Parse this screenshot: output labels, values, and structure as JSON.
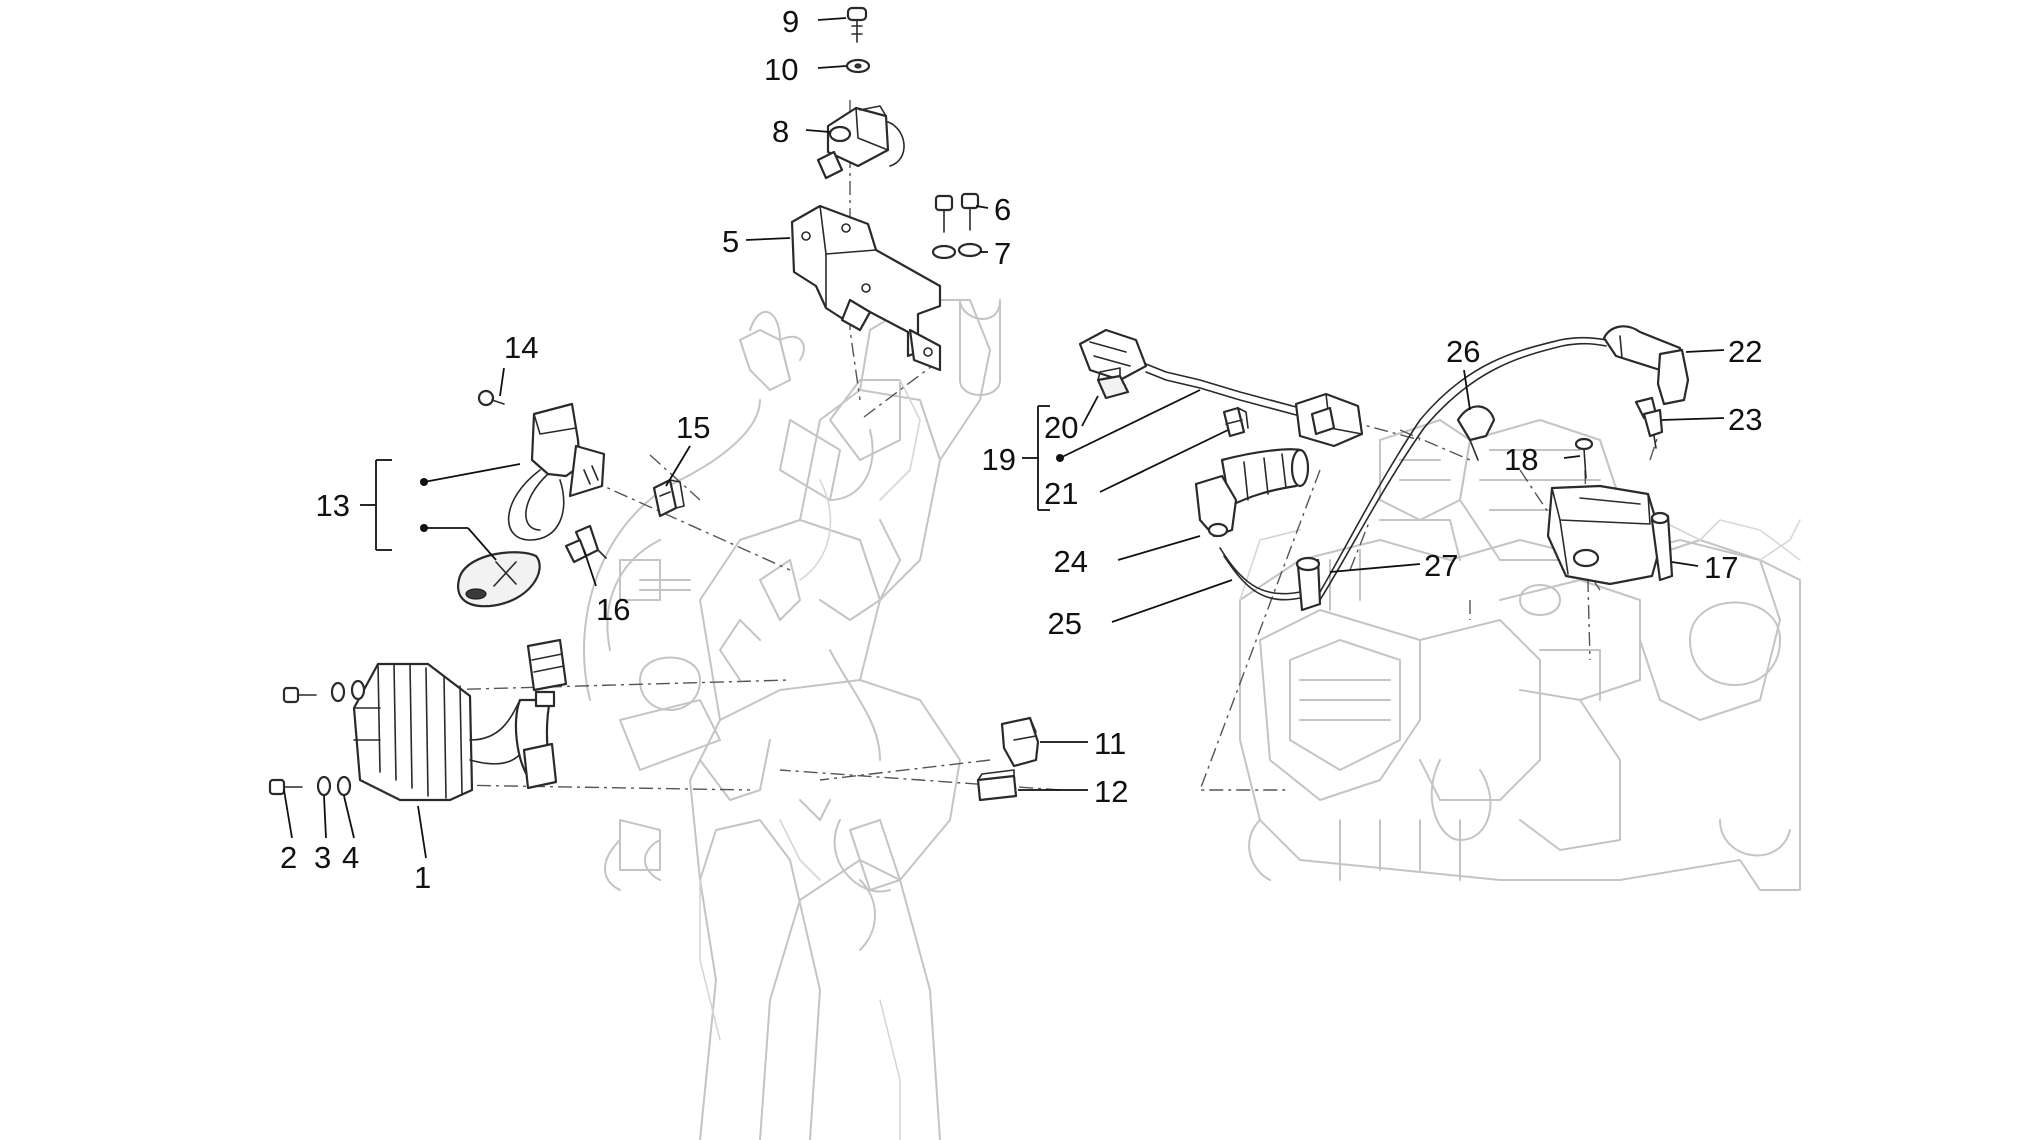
{
  "callouts": {
    "c1": "1",
    "c2": "2",
    "c3": "3",
    "c4": "4",
    "c5": "5",
    "c6": "6",
    "c7": "7",
    "c8": "8",
    "c9": "9",
    "c10": "10",
    "c11": "11",
    "c12": "12",
    "c13": "13",
    "c14": "14",
    "c15": "15",
    "c16": "16",
    "c17": "17",
    "c18": "18",
    "c19": "19",
    "c20": "20",
    "c21": "21",
    "c22": "22",
    "c23": "23",
    "c24": "24",
    "c25": "25",
    "c26": "26",
    "c27": "27"
  },
  "colors": {
    "part_outline": "#2a2a2a",
    "ghost_outline": "#c4c4c4",
    "background": "#ffffff",
    "text": "#111111"
  }
}
